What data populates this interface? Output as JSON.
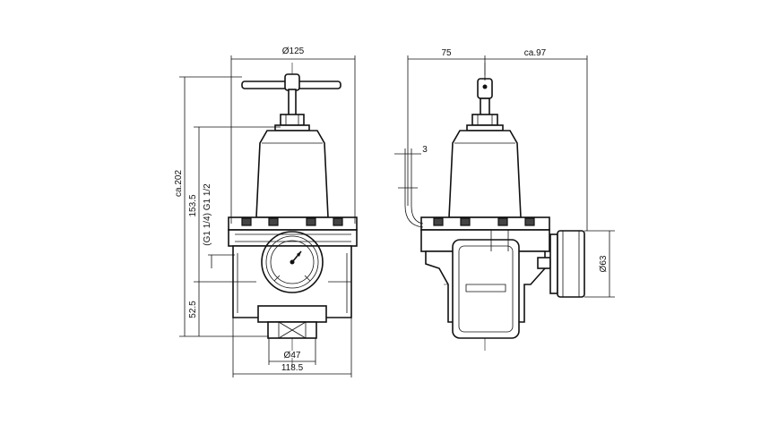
{
  "front_view": {
    "dim_diameter_top": "Ø125",
    "dim_total_height": "ca.202",
    "dim_height_mid": "153.5",
    "dim_port_label": "(G1 1/4) G1 1/2",
    "dim_bottom_height": "52.5",
    "dim_diameter_bottom": "Ø47",
    "dim_width": "118.5"
  },
  "side_view": {
    "dim_left_width": "75",
    "dim_right_width": "ca.97",
    "dim_offset": "3",
    "dim_gauge_diameter": "Ø63"
  }
}
